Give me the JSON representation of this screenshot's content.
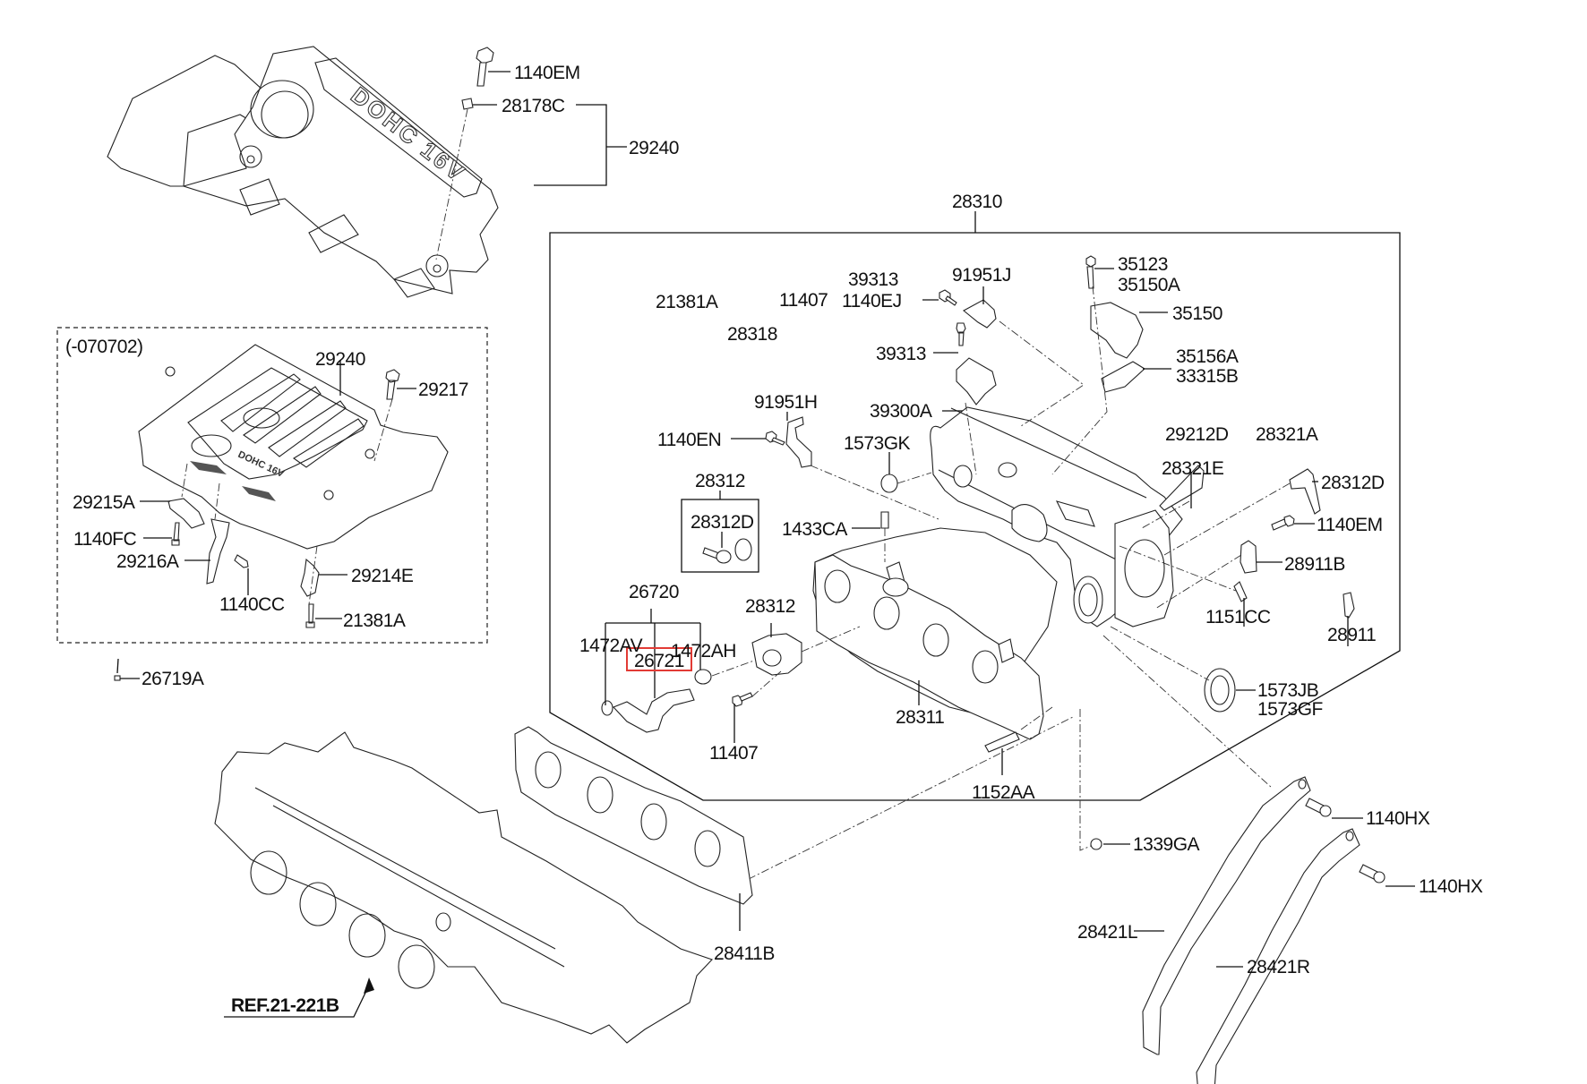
{
  "diagram": {
    "title": "Intake manifold & engine cover parts diagram",
    "highlight_color": "#e23b35",
    "highlighted_part": "26721",
    "engine_cover_top": {
      "bolt": "1140EM",
      "grommet": "28178C",
      "cover": "29240"
    },
    "inset": {
      "date_range": "(-070702)",
      "cover": "29240",
      "bolt": "29217",
      "bracket_a": "29215A",
      "bolt_fc": "1140FC",
      "bracket_b": "29216A",
      "bolt_cc": "1140CC",
      "bracket_e": "29214E",
      "bolt_21381a": "21381A"
    },
    "outside_inset": {
      "clip": "26719A"
    },
    "manifold_assembly": {
      "assembly": "28310",
      "labels": {
        "l21381A": "21381A",
        "l11407_top": "11407",
        "l28318": "28318",
        "l39313_a": "39313",
        "l1140EJ": "1140EJ",
        "l91951J": "91951J",
        "l39313_b": "39313",
        "l39300A": "39300A",
        "l91951H": "91951H",
        "l1140EN": "1140EN",
        "l1573GK": "1573GK",
        "l35123": "35123",
        "l35150A": "35150A",
        "l35150": "35150",
        "l35156A": "35156A",
        "l33315B": "33315B",
        "l29212D": "29212D",
        "l28321A": "28321A",
        "l28321E": "28321E",
        "l28312D_right": "28312D",
        "l1140EM_right": "1140EM",
        "l28911B": "28911B",
        "l1151CC": "1151CC",
        "l28911": "28911",
        "l1573JB": "1573JB",
        "l1573GF": "1573GF",
        "l28312_box": "28312",
        "l28312D_box": "28312D",
        "l1433CA": "1433CA",
        "l26720": "26720",
        "l28312_mid": "28312",
        "l1472AV": "1472AV",
        "l1472AH": "1472AH",
        "l26721": "26721",
        "l11407_bottom": "11407",
        "l28311": "28311",
        "l1152AA": "1152AA"
      }
    },
    "lower": {
      "l1339GA": "1339GA",
      "l1140HX_a": "1140HX",
      "l1140HX_b": "1140HX",
      "l28421L": "28421L",
      "l28421R": "28421R",
      "l28411B": "28411B",
      "ref": "REF.21-221B"
    }
  }
}
